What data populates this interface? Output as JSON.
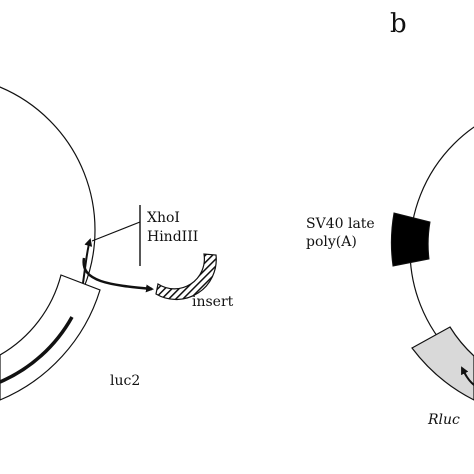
{
  "panel_b": {
    "letter": "b"
  },
  "left_map": {
    "sites_line1": "XhoI",
    "sites_line2": "HindIII",
    "insert_label": "insert",
    "gene_label": "luc2"
  },
  "right_map": {
    "polya_line1": "SV40 late",
    "polya_line2": "poly(A)",
    "gene_label": "Rluc"
  },
  "colors": {
    "stroke": "#111111",
    "rluc_fill": "#d9d9d9",
    "polya_fill": "#000000"
  }
}
